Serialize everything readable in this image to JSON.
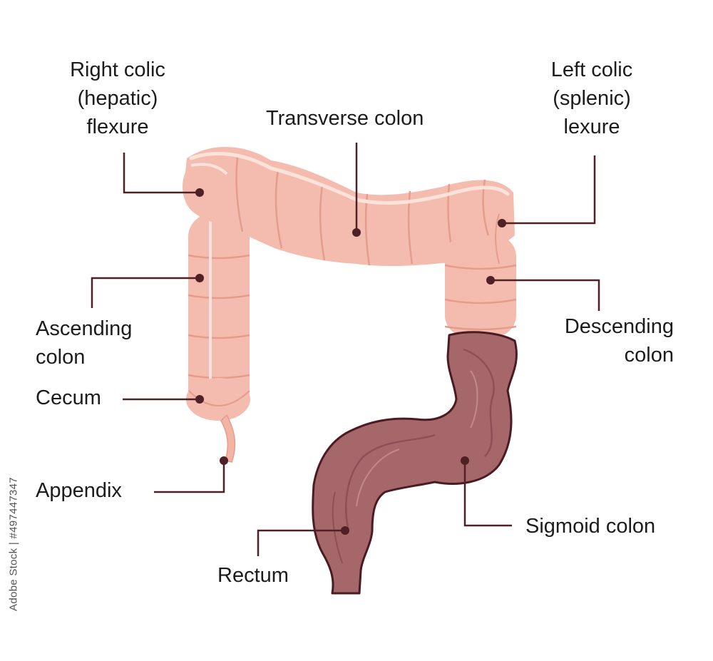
{
  "labels": {
    "right_colic": [
      "Right colic",
      "(hepatic)",
      "flexure"
    ],
    "transverse": "Transverse colon",
    "left_colic": [
      "Left colic",
      "(splenic)",
      "lexure"
    ],
    "ascending": [
      "Ascending",
      "colon"
    ],
    "descending": [
      "Descending",
      "colon"
    ],
    "cecum": "Cecum",
    "appendix": "Appendix",
    "sigmoid": "Sigmoid colon",
    "rectum": "Rectum"
  },
  "stock_id": "Adobe Stock | #497447347",
  "colors": {
    "colon_fill": "#f4bcae",
    "colon_highlight": "#fbe3db",
    "colon_shadow": "#e59c8c",
    "sigmoid_fill": "#a6676b",
    "sigmoid_outline": "#4a1c22",
    "leader_line": "#4f2026",
    "text": "#1c1c1c"
  }
}
